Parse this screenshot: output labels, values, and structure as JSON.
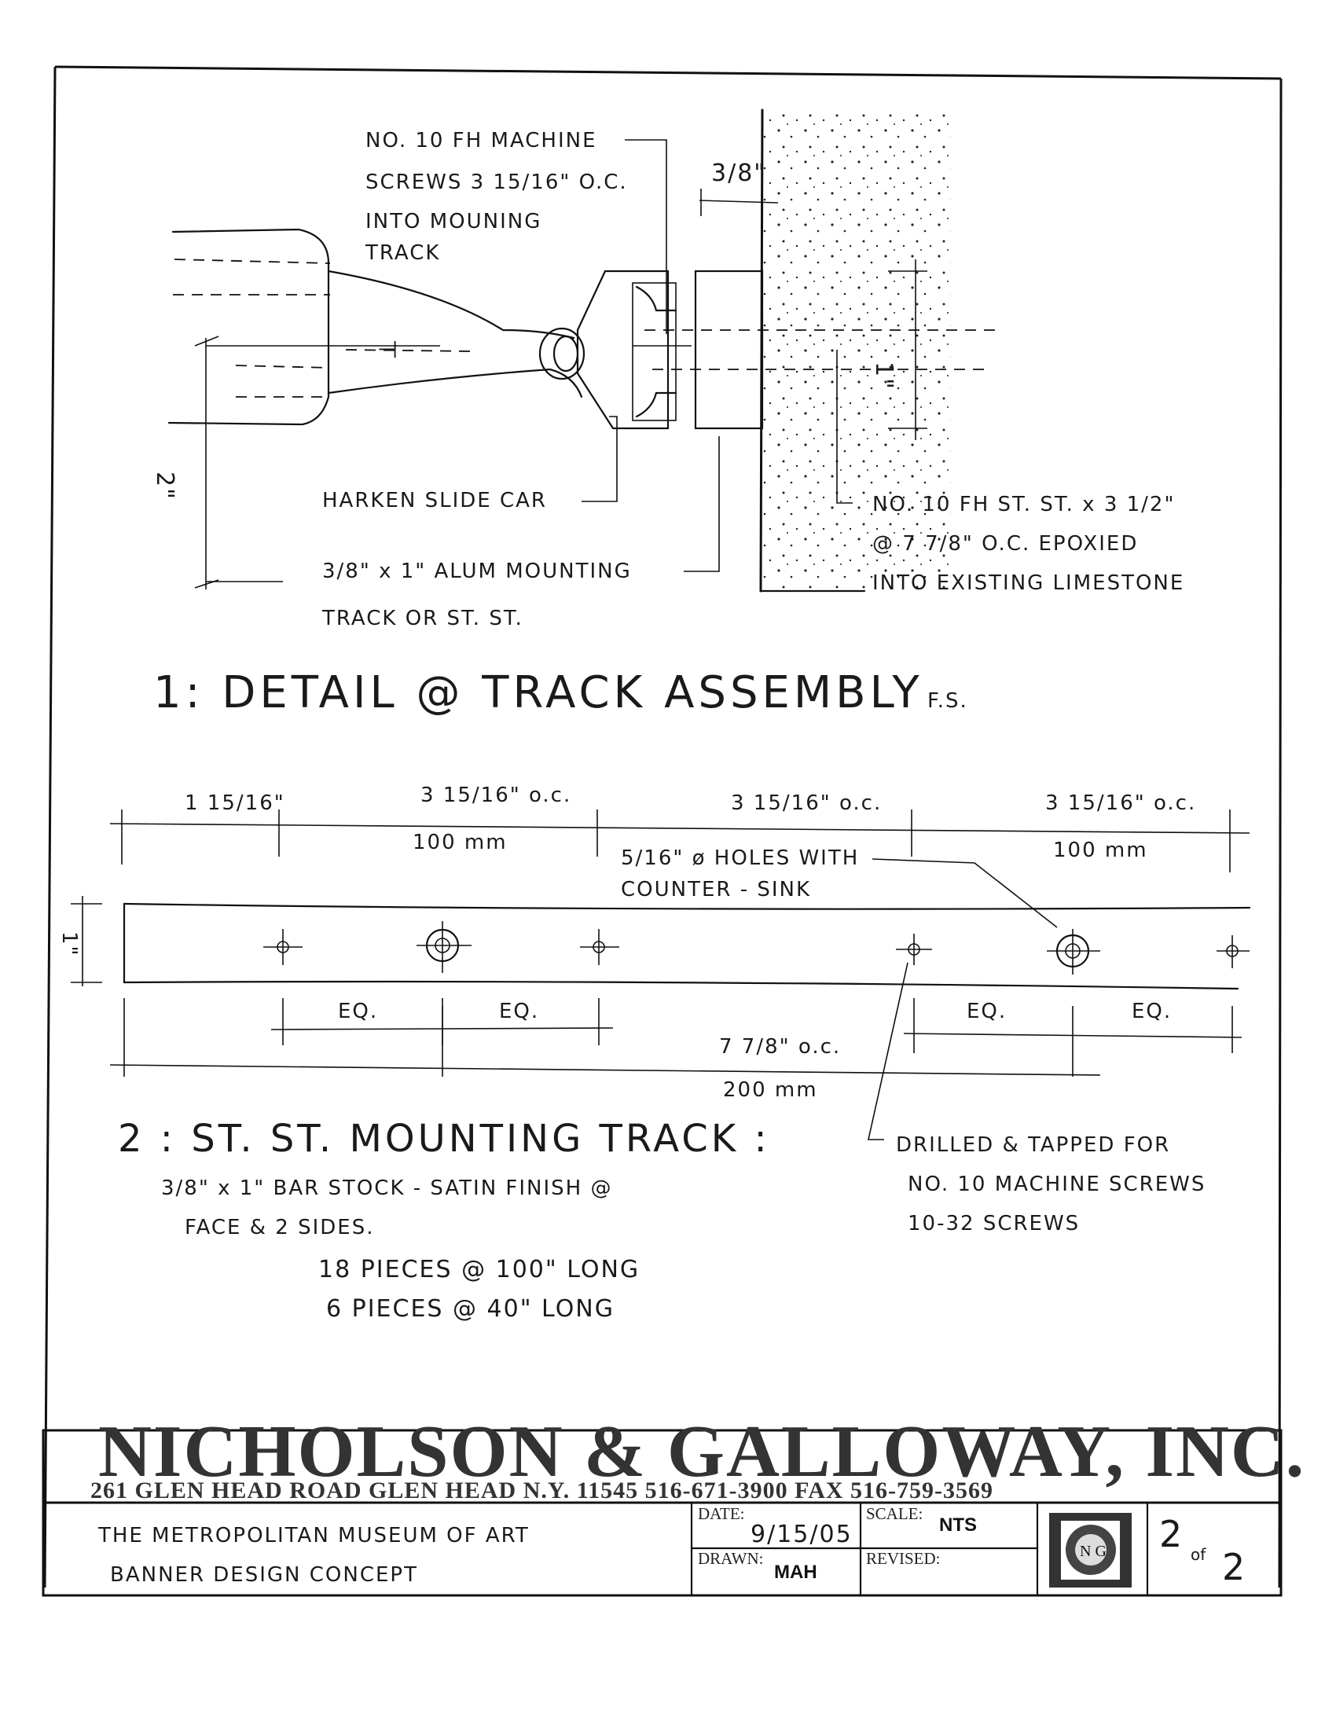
{
  "detail1": {
    "callout_screws": [
      "NO. 10 FH MACHINE",
      "SCREWS 3 15/16\" O.C.",
      "INTO MOUNING",
      "TRACK"
    ],
    "dim_3_8": "3/8\"",
    "dim_2": "2\"",
    "dim_1": "1\"",
    "callout_slide_car": "HARKEN SLIDE CAR",
    "callout_track": [
      "3/8\" x 1\" ALUM MOUNTING",
      "TRACK OR ST. ST."
    ],
    "callout_anchor": [
      "NO. 10 FH ST. ST. x 3 1/2\"",
      "@ 7 7/8\" O.C. EPOXIED",
      "INTO EXISTING LIMESTONE"
    ],
    "title": "1: DETAIL @ TRACK ASSEMBLY",
    "scale_note": "F.S."
  },
  "detail2": {
    "dim_top": [
      "1 15/16\"",
      "3 15/16\" o.c.",
      "3 15/16\" o.c.",
      "3 15/16\" o.c."
    ],
    "mm_top": [
      "100 mm",
      "100 mm"
    ],
    "holes_note": [
      "5/16\" ø HOLES WITH",
      "COUNTER - SINK"
    ],
    "dim_height": "1\"",
    "eq_labels": [
      "EQ.",
      "EQ.",
      "EQ.",
      "EQ."
    ],
    "dim_bottom": "7 7/8\" o.c.",
    "mm_bottom": "200 mm",
    "title": "2 : ST. ST. MOUNTING TRACK :",
    "spec_lines": [
      "3/8\" x 1\" BAR STOCK - SATIN FINISH @",
      "FACE & 2 SIDES.",
      "18 PIECES @ 100\" LONG",
      "6 PIECES @ 40\" LONG"
    ],
    "tapped_note": [
      "DRILLED & TAPPED FOR",
      "NO. 10 MACHINE SCREWS",
      "10-32 SCREWS"
    ]
  },
  "title_block": {
    "firm_name": "NICHOLSON & GALLOWAY, INC.",
    "firm_address": "261 GLEN HEAD ROAD GLEN HEAD N.Y. 11545   516-671-3900  FAX  516-759-3569",
    "project_line1": "THE METROPOLITAN MUSEUM OF ART",
    "project_line2": "BANNER DESIGN CONCEPT",
    "date_label": "DATE:",
    "date_value": "9/15/05",
    "scale_label": "SCALE:",
    "scale_value": "NTS",
    "drawn_label": "DRAWN:",
    "drawn_value": "MAH",
    "revised_label": "REVISED:",
    "revised_value": "",
    "logo_letters": "N G",
    "sheet_number": "2",
    "sheet_of": "of",
    "sheet_total": "2"
  }
}
